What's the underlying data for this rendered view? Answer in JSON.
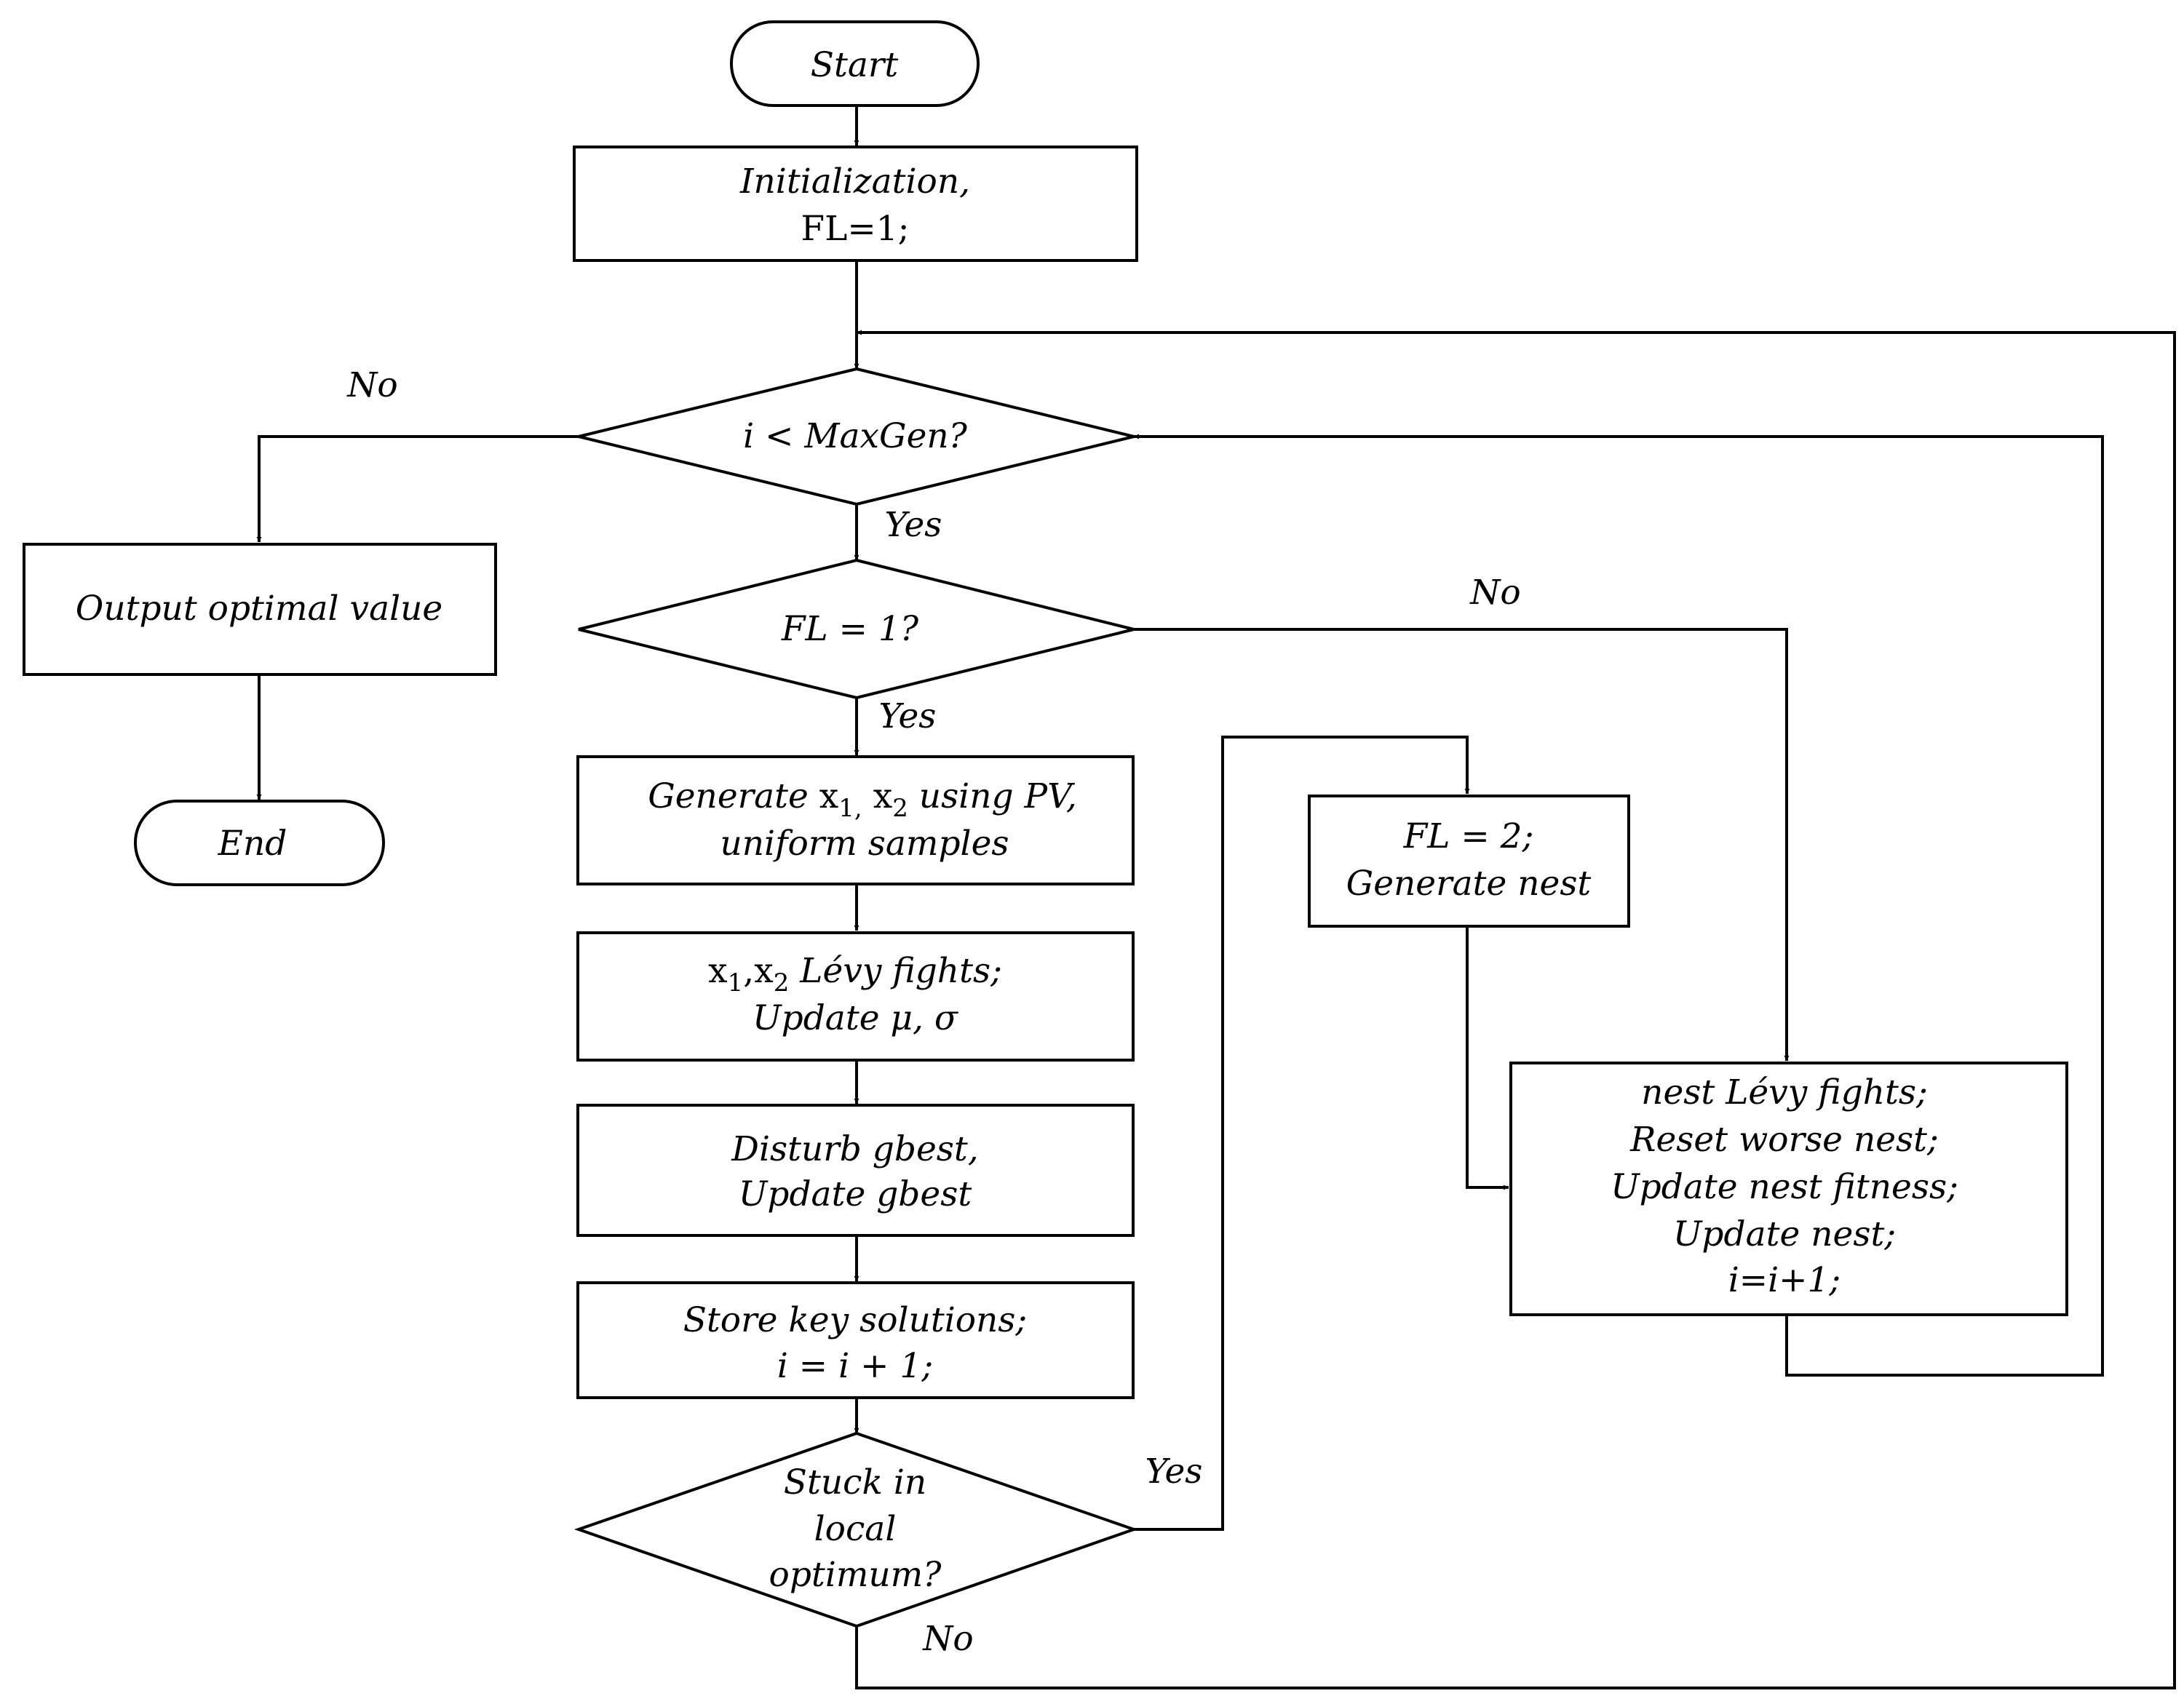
{
  "nodes": {
    "start": "Start",
    "init": {
      "line1": "Initialization,",
      "line2": "FL=1;"
    },
    "maxgen": "i < MaxGen?",
    "output": "Output optimal value",
    "end": "End",
    "fl1": "FL = 1?",
    "generate": {
      "l1_a": "Generate ",
      "l1_x1": "x",
      "l1_x1_sub": "1,",
      "l1_x2": "x",
      "l1_x2_sub": "2",
      "l1_b": "using PV,",
      "line2": "uniform samples"
    },
    "levy": {
      "l1_x1": "x",
      "l1_x1_sub": "1",
      "l1_sep": ",",
      "l1_x2": "x",
      "l1_x2_sub": "2",
      "l1_b": "Lévy  fights;",
      "line2": "Update μ, σ"
    },
    "disturb": {
      "line1": "Disturb gbest,",
      "line2": "Update gbest"
    },
    "store": {
      "line1": "Store  key solutions;",
      "line2": "i = i + 1;"
    },
    "stuck": {
      "line1": "Stuck in",
      "line2": "local",
      "line3": "optimum?"
    },
    "fl2": {
      "line1": "FL = 2;",
      "line2": "Generate nest"
    },
    "nest": {
      "line1": "nest Lévy  fights;",
      "line2": "Reset worse nest;",
      "line3": "Update nest fitness;",
      "line4": "Update nest;",
      "line5": "i=i+1;"
    }
  },
  "edge_labels": {
    "maxgen_no": "No",
    "maxgen_yes": "Yes",
    "fl1_yes": "Yes",
    "fl1_no": "No",
    "stuck_yes": "Yes",
    "stuck_no": "No"
  }
}
